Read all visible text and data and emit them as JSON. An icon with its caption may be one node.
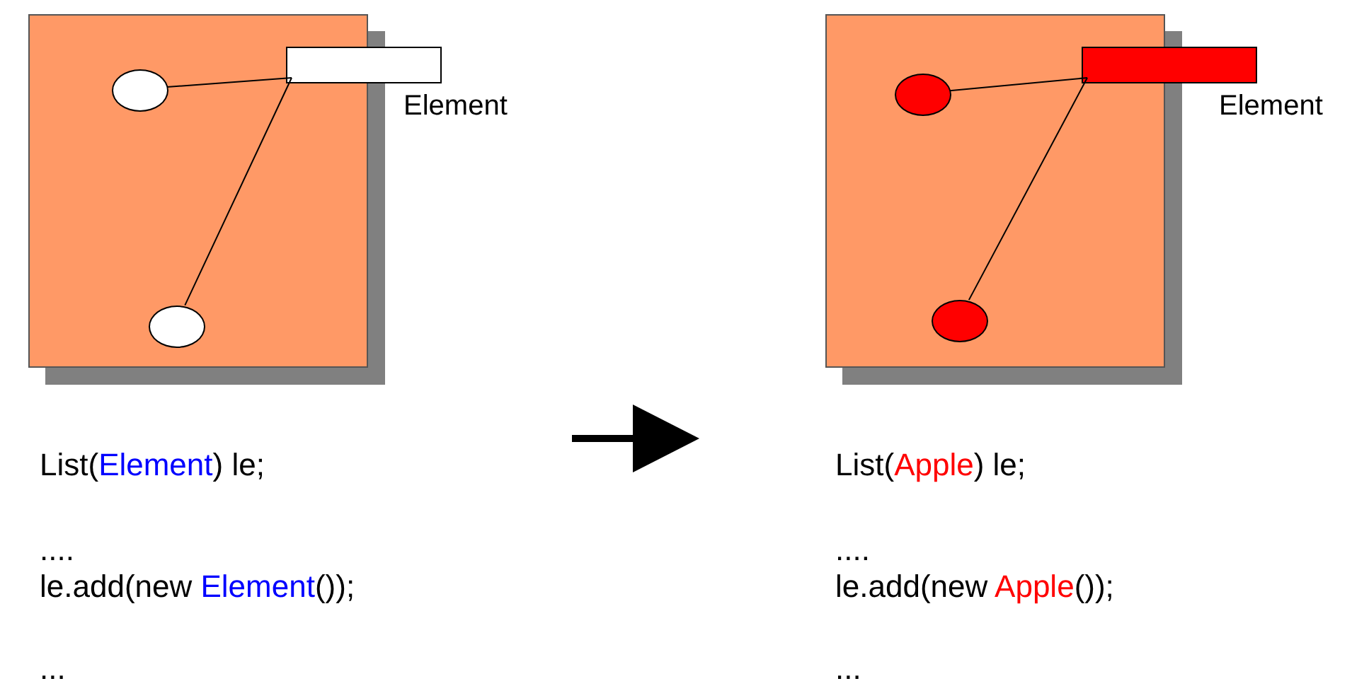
{
  "diagram": {
    "nodes": [
      {
        "text": [],
        "shape": "box"
      },
      {
        "text": [],
        "shape": "box",
        "beside": [
          "Element"
        ]
      },
      {
        "text": [],
        "shape": "circle",
        "in": 0
      },
      {
        "text": [],
        "shape": "circle",
        "in": 0
      },
      {
        "text": [],
        "shape": "box"
      },
      {
        "text": [],
        "shape": "box",
        "beside": [
          "Element"
        ]
      },
      {
        "text": [],
        "shape": "circle",
        "in": 4
      },
      {
        "text": [],
        "shape": "circle",
        "in": 4
      }
    ],
    "edges": [
      {
        "from": 2,
        "to": 1,
        "arrow": "none"
      },
      {
        "from": 3,
        "to": 1,
        "arrow": "none"
      },
      {
        "from": 6,
        "to": 5,
        "arrow": "none"
      },
      {
        "from": 7,
        "to": 5,
        "arrow": "none"
      }
    ],
    "labels": [
      "List(*Element*) le;",
      "....",
      "le.add(new *Element*());",
      "...",
      "List(*Apple*) le;",
      "....",
      "le.add(new *Apple*());",
      "..."
    ]
  }
}
